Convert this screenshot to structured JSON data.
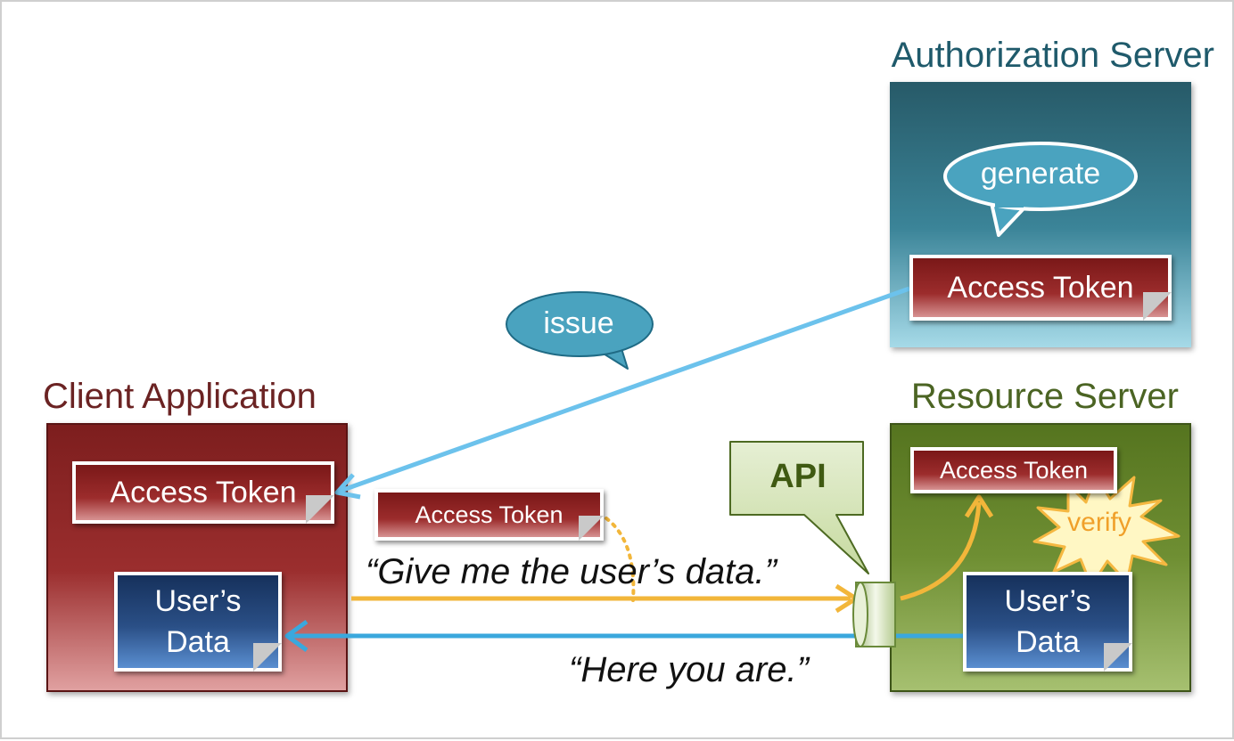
{
  "servers": {
    "authorization": {
      "title": "Authorization Server",
      "action": "generate",
      "token_label": "Access Token"
    },
    "client": {
      "title": "Client Application",
      "token_label": "Access Token",
      "data_label_line1": "User’s",
      "data_label_line2": "Data"
    },
    "resource": {
      "title": "Resource Server",
      "token_label": "Access Token",
      "action": "verify",
      "data_label_line1": "User’s",
      "data_label_line2": "Data"
    }
  },
  "flow": {
    "issue_label": "issue",
    "request_token_label": "Access Token",
    "request_quote": "“Give me the user’s data.”",
    "response_quote": "“Here you are.”",
    "api_label": "API"
  },
  "colors": {
    "auth_title": "#1f5a6b",
    "client_title": "#6b2323",
    "resource_title": "#4b6423",
    "issue_arrow": "#6cc2ec",
    "request_arrow": "#f2b63a",
    "response_arrow": "#3aa8dd",
    "bubble_fill": "#4aa3bf",
    "api_fill": "#dbe8c4"
  },
  "icons": {
    "generate": "speech-bubble-icon",
    "issue": "speech-bubble-icon",
    "api": "speech-bubble-icon",
    "verify": "starburst-icon",
    "document_corner": "page-fold-icon",
    "api_port": "cylinder-port-icon"
  }
}
